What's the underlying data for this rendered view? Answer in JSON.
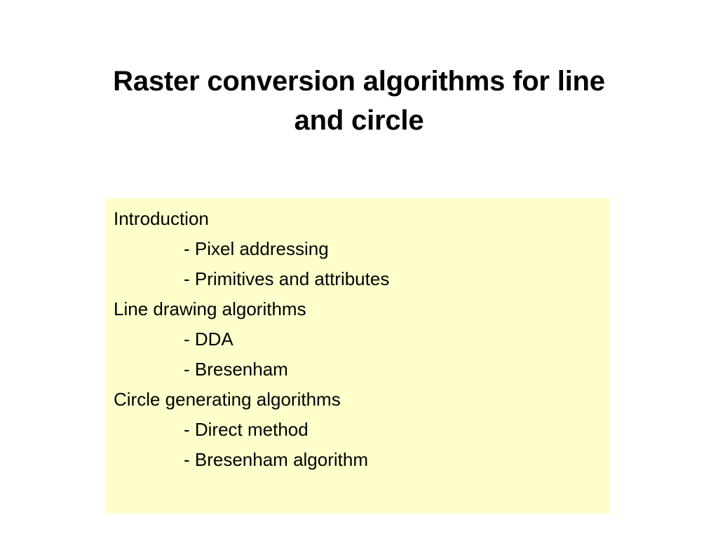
{
  "slide": {
    "title": "Raster conversion algorithms for line and circle",
    "title_lines": [
      "Raster conversion algorithms for line",
      "and circle"
    ],
    "background_color": "#ffffff",
    "text_color": "#000000"
  },
  "content_box": {
    "background_color": "#ffffcc",
    "items": [
      {
        "text": "Introduction",
        "level": 1
      },
      {
        "text": "- Pixel addressing",
        "level": 2
      },
      {
        "text": "- Primitives and attributes",
        "level": 2
      },
      {
        "text": "Line drawing algorithms",
        "level": 1
      },
      {
        "text": "- DDA",
        "level": 2
      },
      {
        "text": "- Bresenham",
        "level": 2
      },
      {
        "text": "Circle generating algorithms",
        "level": 1
      },
      {
        "text": "- Direct method",
        "level": 2
      },
      {
        "text": "- Bresenham algorithm",
        "level": 2
      }
    ]
  }
}
